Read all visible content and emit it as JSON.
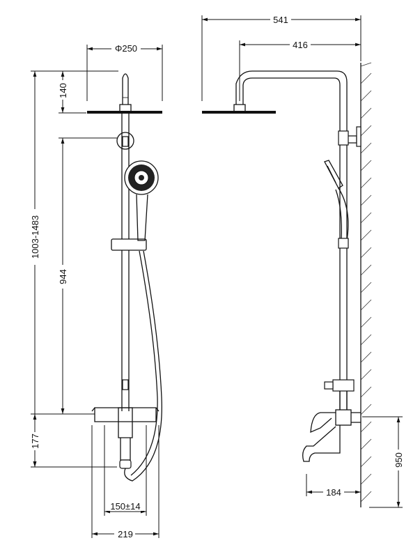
{
  "dimensions": {
    "diameter": "Φ250",
    "head_height": "140",
    "total_height": "1003-1483",
    "rail_length": "944",
    "mixer_height": "177",
    "centers": "150±14",
    "mixer_width": "219",
    "overall_depth": "541",
    "arm_reach": "416",
    "spout_projection": "184",
    "mount_height": "950"
  }
}
